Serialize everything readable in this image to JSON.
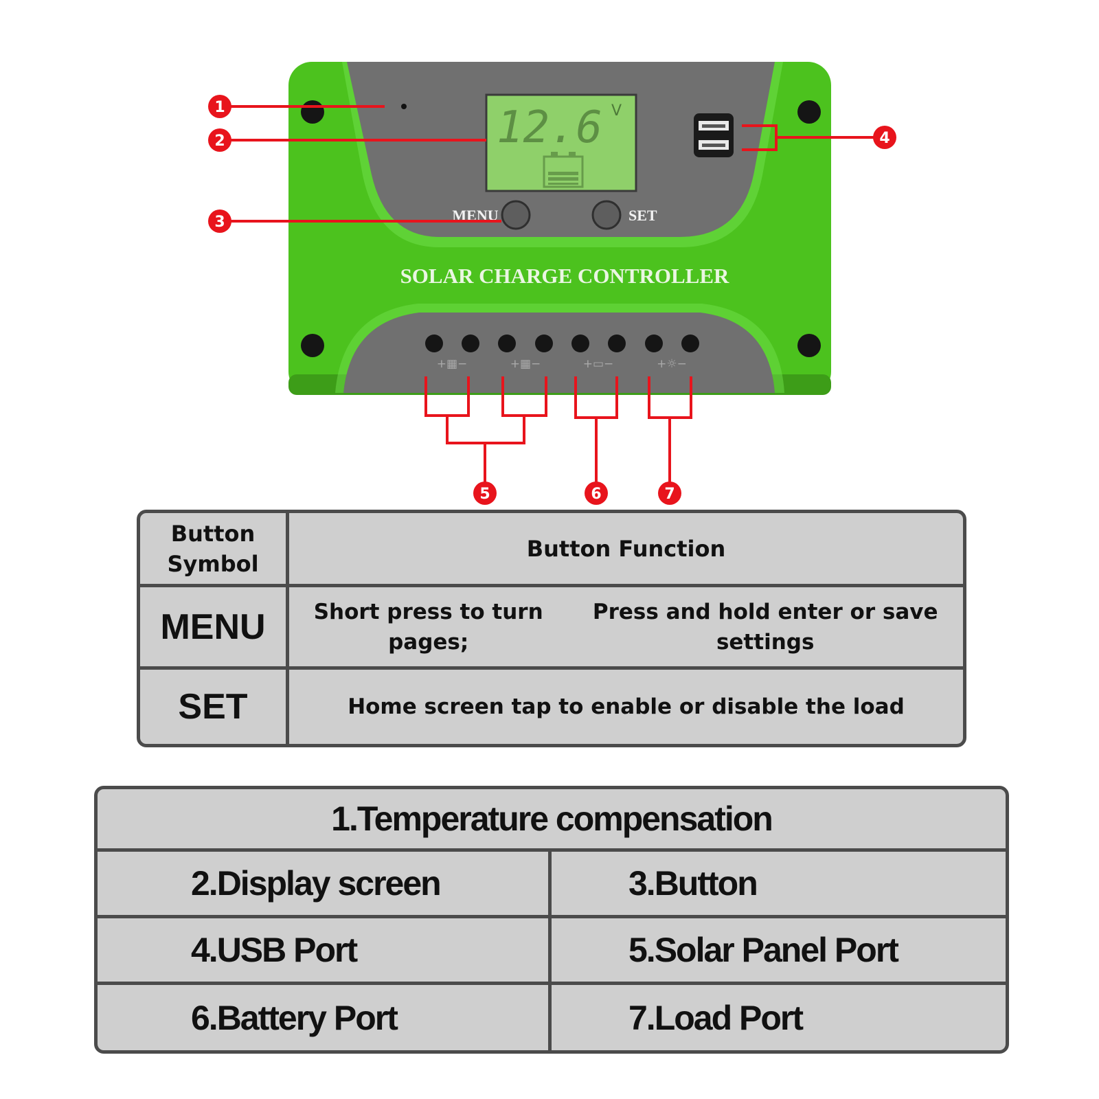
{
  "colors": {
    "body_green": "#4cc21e",
    "panel_gray": "#6f6f6f",
    "lcd_green": "#8fd06a",
    "callout_red": "#e8141c",
    "table_fill": "#cfcfcf",
    "table_border": "#4b4b4b"
  },
  "device": {
    "lcd_reading": "12.6",
    "lcd_unit": "V",
    "menu_label": "MENU",
    "set_label": "SET",
    "brand_text": "SOLAR CHARGE CONTROLLER",
    "terminal_symbols": [
      "+▦−",
      "+▦−",
      "+▭−",
      "+☼−"
    ]
  },
  "callouts": [
    "1",
    "2",
    "3",
    "4",
    "5",
    "6",
    "7"
  ],
  "button_table": {
    "header_symbol": "Button Symbol",
    "header_function": "Button Function",
    "rows": [
      {
        "symbol": "MENU",
        "function_lines": [
          "Short press to turn pages;",
          "Press and hold enter or save settings"
        ]
      },
      {
        "symbol": "SET",
        "function_lines": [
          "Home screen tap to enable or disable the load"
        ]
      }
    ]
  },
  "legend_table": {
    "title": "1.Temperature compensation",
    "items": [
      "2.Display screen",
      "3.Button",
      "4.USB Port",
      "5.Solar Panel Port",
      "6.Battery Port",
      "7.Load Port"
    ]
  }
}
